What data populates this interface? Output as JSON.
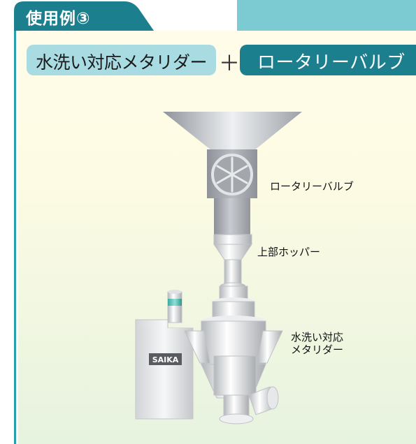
{
  "header": {
    "tab_label": "使用例③"
  },
  "title_bar": {
    "left_label": "水洗い対応メタリダー",
    "plus": "＋",
    "right_label": "ロータリーバルブ"
  },
  "callouts": {
    "rotary_valve": "ロータリーバルブ",
    "upper_hopper": "上部ホッパー",
    "metering_line1": "水洗い対応",
    "metering_line2": "メタリダー"
  },
  "machine": {
    "brand_plate": "SAIKA"
  },
  "colors": {
    "accent_dark": "#1c7f8e",
    "accent_light": "#7ccbd3",
    "pill_light": "#a9dbe2",
    "panel_top": "#fffde9",
    "panel_bottom": "#e6f3df"
  }
}
